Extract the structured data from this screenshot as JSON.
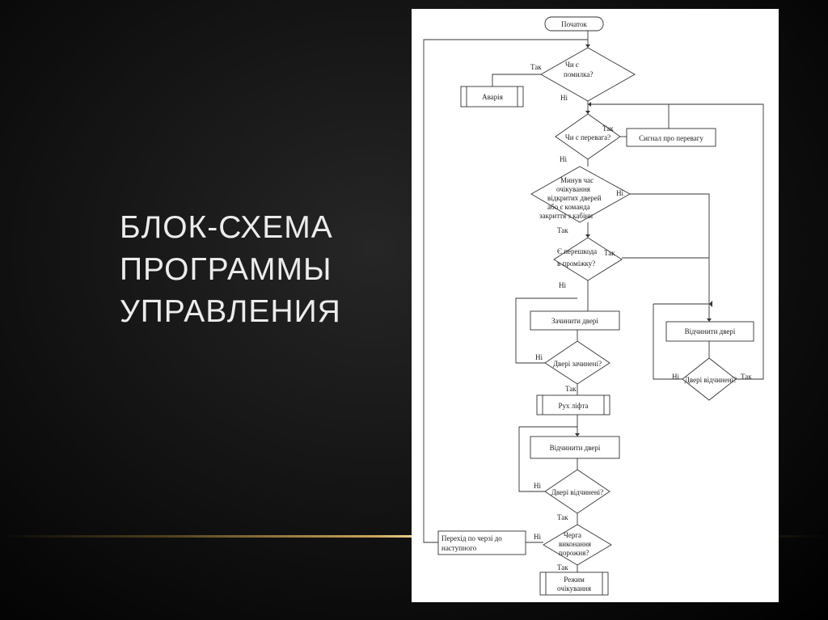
{
  "slide": {
    "title_lines": [
      "БЛОК-СХЕМА",
      "ПРОГРАММЫ",
      "УПРАВЛЕНИЯ"
    ]
  },
  "flowchart": {
    "start": "Початок",
    "error_check": [
      "Чи є",
      "помилка?"
    ],
    "crash": "Аварія",
    "overload_check": "Чи є перевага?",
    "overload_signal": "Сигнал про перевагу",
    "timeout_check": [
      "Минув час",
      "очікування",
      "відкритих дверей",
      "або є команда",
      "закриття з кабіни"
    ],
    "obstacle_check": [
      "Є перешкода",
      "в проміжку?"
    ],
    "close_doors": "Зачинити двері",
    "doors_closed_check": "Двері зачинені?",
    "lift_move": "Рух ліфта",
    "open_doors_1": "Відчинити двері",
    "doors_opened_check_1": "Двері відчинені?",
    "open_doors_2": "Відчинити двері",
    "doors_opened_check_2": "Двері відчинені?",
    "queue_check": [
      "Черга",
      "виконання",
      "порожня?"
    ],
    "next_in_queue": [
      "Перехід по черзі до",
      "наступного"
    ],
    "wait_mode": [
      "Режим",
      "очікування"
    ],
    "yes": "Так",
    "no": "Ні"
  }
}
